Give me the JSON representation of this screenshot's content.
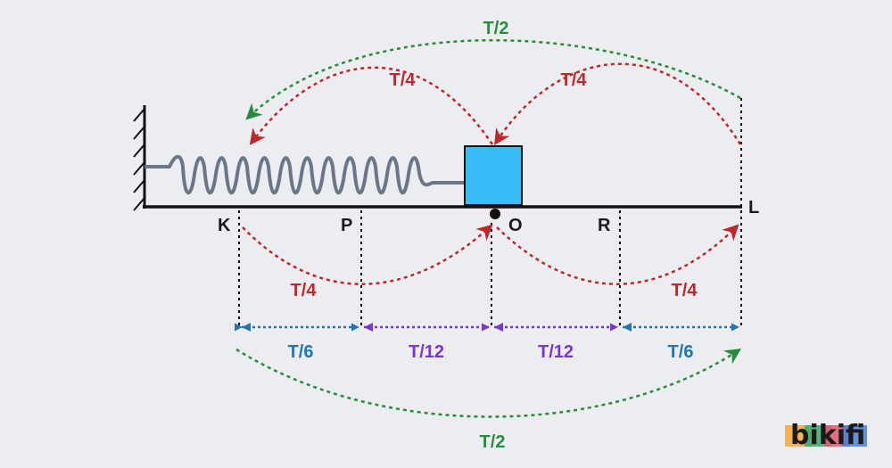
{
  "colors": {
    "background": "#ebedf0",
    "quarter": "#c0272d",
    "half": "#2a8a3e",
    "sixth": "#1f75b8",
    "twelfth": "#7b35d6",
    "block": "#38bdf8",
    "spring": "#6b7689",
    "line": "#111111"
  },
  "points": {
    "K": "K",
    "P": "P",
    "O": "O",
    "R": "R",
    "L": "L"
  },
  "arcs": {
    "top_half": "T/2",
    "top_left_quarter": "T/4",
    "top_right_quarter": "T/4",
    "bottom_left_quarter": "T/4",
    "bottom_right_quarter": "T/4",
    "bottom_half": "T/2"
  },
  "intervals": {
    "K_P": "T/6",
    "P_O": "T/12",
    "O_R": "T/12",
    "R_L": "T/6"
  },
  "logo": {
    "text": "bikifi",
    "colors": [
      "#f4a73b",
      "#3aa86b",
      "#e4566c",
      "#4a7fd6"
    ]
  }
}
